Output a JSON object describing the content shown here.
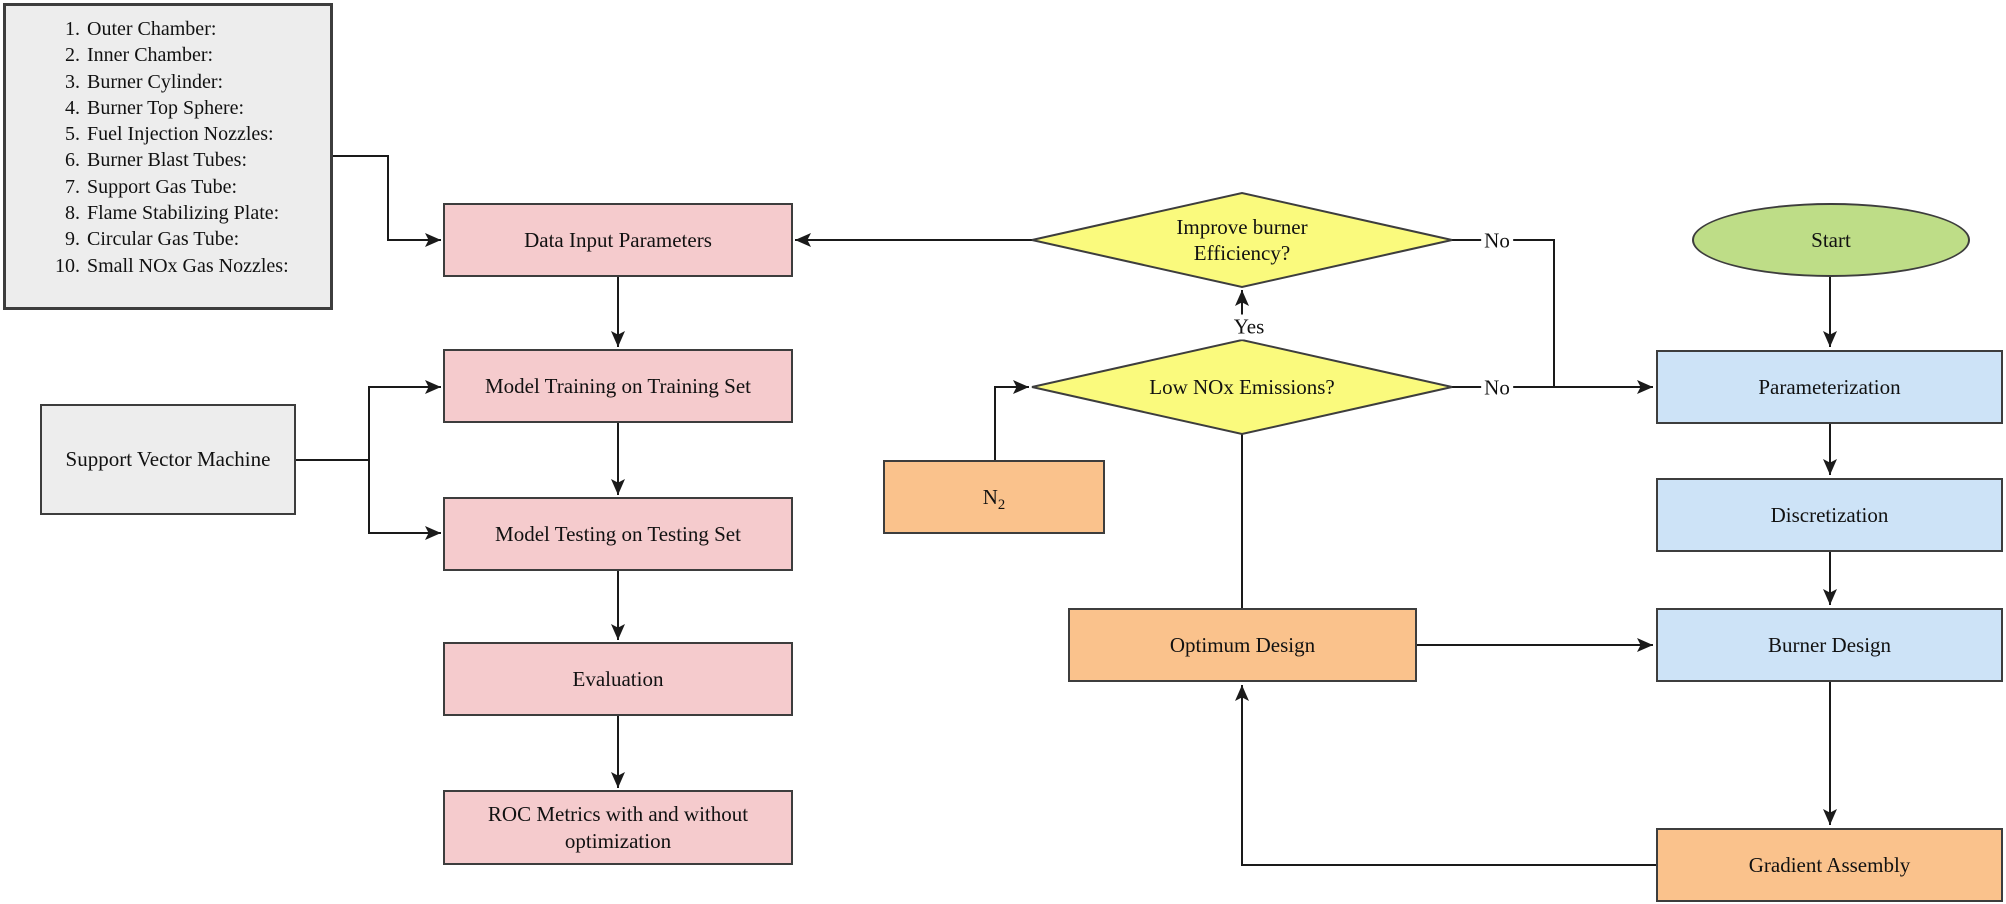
{
  "legend": {
    "items": [
      {
        "num": "1.",
        "text": "Outer Chamber:"
      },
      {
        "num": "2.",
        "text": "Inner Chamber:"
      },
      {
        "num": "3.",
        "text": "Burner Cylinder:"
      },
      {
        "num": "4.",
        "text": "Burner Top Sphere:"
      },
      {
        "num": "5.",
        "text": "Fuel Injection Nozzles:"
      },
      {
        "num": "6.",
        "text": "Burner Blast Tubes:"
      },
      {
        "num": "7.",
        "text": "Support Gas Tube:"
      },
      {
        "num": "8.",
        "text": "Flame Stabilizing Plate:"
      },
      {
        "num": "9.",
        "text": "Circular Gas Tube:"
      },
      {
        "num": "10.",
        "text": "Small NOx Gas Nozzles:"
      }
    ]
  },
  "nodes": {
    "svm": {
      "label": "Support Vector Machine"
    },
    "data_input": {
      "label": "Data Input Parameters"
    },
    "model_training": {
      "label": "Model Training on Training Set"
    },
    "model_testing": {
      "label": "Model Testing on Testing Set"
    },
    "evaluation": {
      "label": "Evaluation"
    },
    "roc": {
      "label": "ROC Metrics with and without optimization"
    },
    "improve_efficiency": {
      "line1": "Improve burner",
      "line2": "Efficiency?"
    },
    "low_nox": {
      "label": "Low NOx Emissions?"
    },
    "n2": {
      "label": "N",
      "sub": "2"
    },
    "optimum": {
      "label": "Optimum Design"
    },
    "gradient": {
      "label": "Gradient Assembly"
    },
    "parameterization": {
      "label": "Parameterization"
    },
    "discretization": {
      "label": "Discretization"
    },
    "burner_design": {
      "label": "Burner Design"
    },
    "start": {
      "label": "Start"
    }
  },
  "edge_labels": {
    "yes": "Yes",
    "no_improve": "No",
    "no_lownox": "No"
  },
  "colors": {
    "gray": "#ededed",
    "pink": "#f5cbcd",
    "yellow": "#fafa7d",
    "orange": "#fac28c",
    "blue": "#cde3f7",
    "green": "#bedd87",
    "stroke": "#3d3d3d",
    "line": "#1a1a1a",
    "ink": "#111111"
  }
}
